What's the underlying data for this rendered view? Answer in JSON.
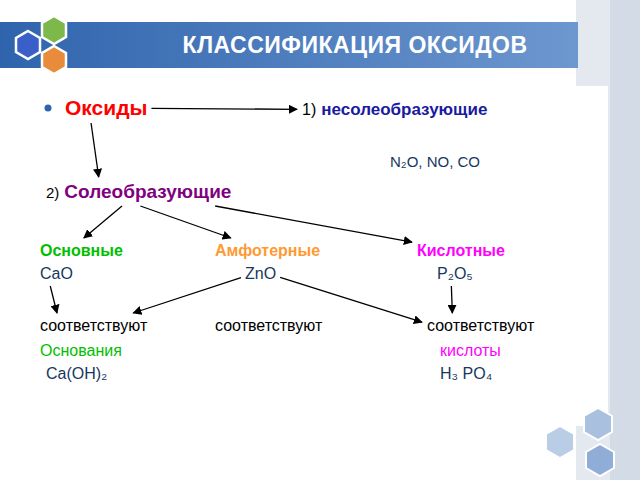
{
  "diagram": {
    "title": "КЛАССИФИКАЦИЯ ОКСИДОВ",
    "nodes": [
      {
        "text": [
          "Оксиды"
        ]
      },
      {
        "text": [
          "1)",
          "несолеобразующие"
        ]
      },
      {
        "text": [
          "N₂O,  NO, CO"
        ]
      },
      {
        "text": [
          "2)",
          "Солеобразующие"
        ]
      },
      {
        "text": [
          "Основные"
        ]
      },
      {
        "text": [
          "Амфотерные"
        ]
      },
      {
        "text": [
          "Кислотные"
        ]
      },
      {
        "text": [
          "CaO"
        ]
      },
      {
        "text": [
          "ZnO"
        ]
      },
      {
        "text": [
          "P₂O₅"
        ]
      },
      {
        "text": [
          "соответствуют"
        ]
      },
      {
        "text": [
          "соответствуют"
        ]
      },
      {
        "text": [
          "соответствуют"
        ]
      },
      {
        "text": [
          "Основания"
        ]
      },
      {
        "text": [
          "Ca(OH)₂"
        ]
      },
      {
        "text": [
          "кислоты"
        ]
      },
      {
        "text": [
          "H₃ PO₄"
        ]
      }
    ],
    "edges": [
      {
        "from": 0,
        "to": 1,
        "arrow": "to"
      },
      {
        "from": 0,
        "to": 3,
        "arrow": "to"
      },
      {
        "from": 3,
        "to": 4,
        "arrow": "to"
      },
      {
        "from": 3,
        "to": 5,
        "arrow": "to"
      },
      {
        "from": 3,
        "to": 6,
        "arrow": "to"
      },
      {
        "from": 7,
        "to": 10,
        "arrow": "to"
      },
      {
        "from": 8,
        "to": 10,
        "arrow": "to"
      },
      {
        "from": 8,
        "to": 12,
        "arrow": "to"
      },
      {
        "from": 9,
        "to": 12,
        "arrow": "to"
      }
    ]
  }
}
